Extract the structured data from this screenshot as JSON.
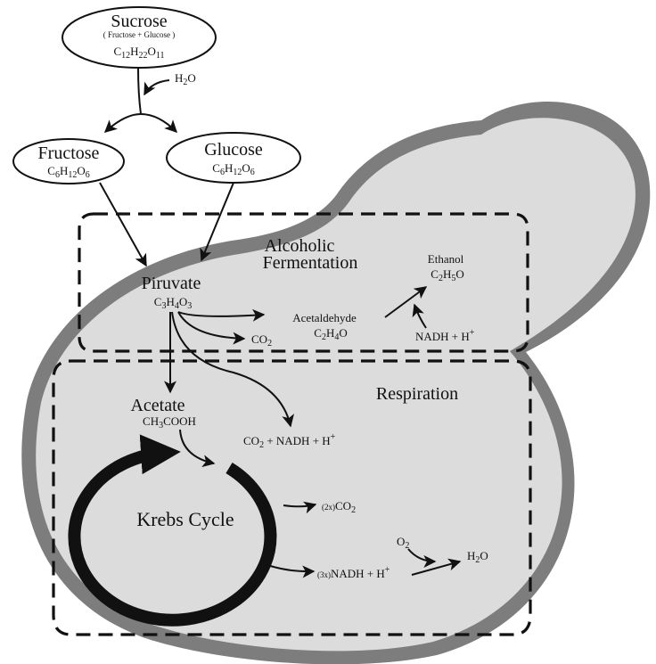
{
  "colors": {
    "cell_fill": "#dcdcdc",
    "cell_wall": "#7d7d7d",
    "ink": "#111111",
    "background": "#ffffff"
  },
  "sucrose": {
    "name": "Sucrose",
    "note": "( Fructose  + Glucose )",
    "formula": {
      "C": "C",
      "c": "12",
      "H": "H",
      "h": "22",
      "O": "O",
      "o": "11"
    }
  },
  "water_in": {
    "H": "H",
    "n": "2",
    "O": "O"
  },
  "fructose": {
    "name": "Fructose",
    "formula": {
      "C": "C",
      "c": "6",
      "H": "H",
      "h": "12",
      "O": "O",
      "o": "6"
    }
  },
  "glucose": {
    "name": "Glucose",
    "formula": {
      "C": "C",
      "c": "6",
      "H": "H",
      "h": "12",
      "O": "O",
      "o": "6"
    }
  },
  "fermentation_title": {
    "line1": "Alcoholic",
    "line2": "Fermentation"
  },
  "piruvate": {
    "name": "Piruvate",
    "formula": {
      "C": "C",
      "c": "3",
      "H": "H",
      "h": "4",
      "O": "O",
      "o": "3"
    }
  },
  "acetaldehyde": {
    "name": "Acetaldehyde",
    "formula": {
      "C": "C",
      "c": "2",
      "H": "H",
      "h": "4",
      "O": "O"
    }
  },
  "co2_ferm": {
    "C": "CO",
    "n": "2"
  },
  "ethanol": {
    "name": "Ethanol",
    "formula": {
      "C": "C",
      "c": "2",
      "H": "H",
      "h": "5",
      "O": "O"
    }
  },
  "nadh_ferm": {
    "text": "NADH + H",
    "sup": "+"
  },
  "respiration_title": "Respiration",
  "acetate": {
    "name": "Acetate",
    "formula": {
      "a": "CH",
      "n": "3",
      "b": "COOH"
    }
  },
  "resp_products": {
    "co2": "CO",
    "n": "2",
    "plus": " + NADH + H",
    "sup": "+"
  },
  "krebs": "Krebs Cycle",
  "krebs_co2": {
    "prefix": "(2x)",
    "co2": "CO",
    "n": "2"
  },
  "krebs_nadh": {
    "prefix": "(3x)",
    "text": "NADH + H",
    "sup": "+"
  },
  "oxygen": {
    "O": "O",
    "n": "2"
  },
  "water_out": {
    "H": "H",
    "n": "2",
    "O": "O"
  }
}
